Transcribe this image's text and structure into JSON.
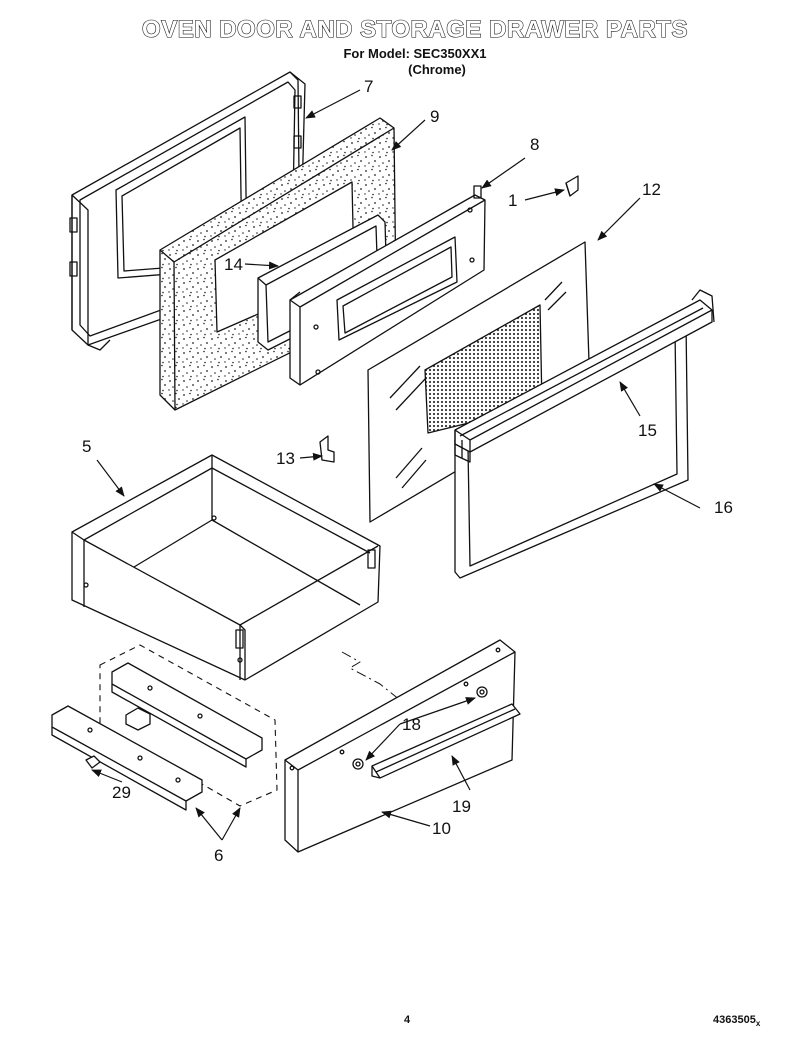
{
  "header": {
    "title": "OVEN DOOR AND STORAGE DRAWER PARTS",
    "model_line": "For Model: SEC350XX1",
    "finish_line": "(Chrome)"
  },
  "callouts": {
    "p1": "1",
    "p5": "5",
    "p6": "6",
    "p7": "7",
    "p8": "8",
    "p9": "9",
    "p10": "10",
    "p12": "12",
    "p13": "13",
    "p14": "14",
    "p15": "15",
    "p16": "16",
    "p18": "18",
    "p19": "19",
    "p29": "29"
  },
  "footer": {
    "page_number": "4",
    "doc_number": "4363505",
    "doc_suffix": "x"
  }
}
